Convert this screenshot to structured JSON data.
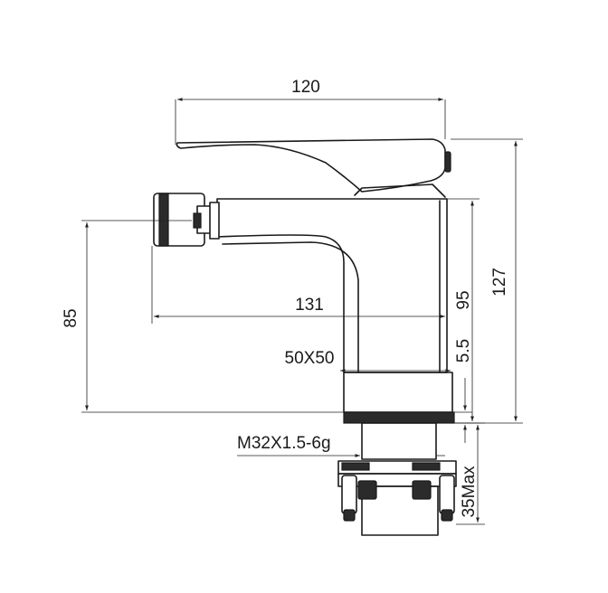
{
  "dimensions": {
    "width_top": "120",
    "height_total": "127",
    "spout_length": "131",
    "spout_height": "95",
    "outlet_height": "85",
    "base_size": "50X50",
    "base_thickness": "5.5",
    "thread": "M32X1.5-6g",
    "deck_max": "35Max"
  },
  "colors": {
    "line": "#1a1a1a",
    "fill_dark": "#2b2b2b",
    "background": "#ffffff"
  }
}
